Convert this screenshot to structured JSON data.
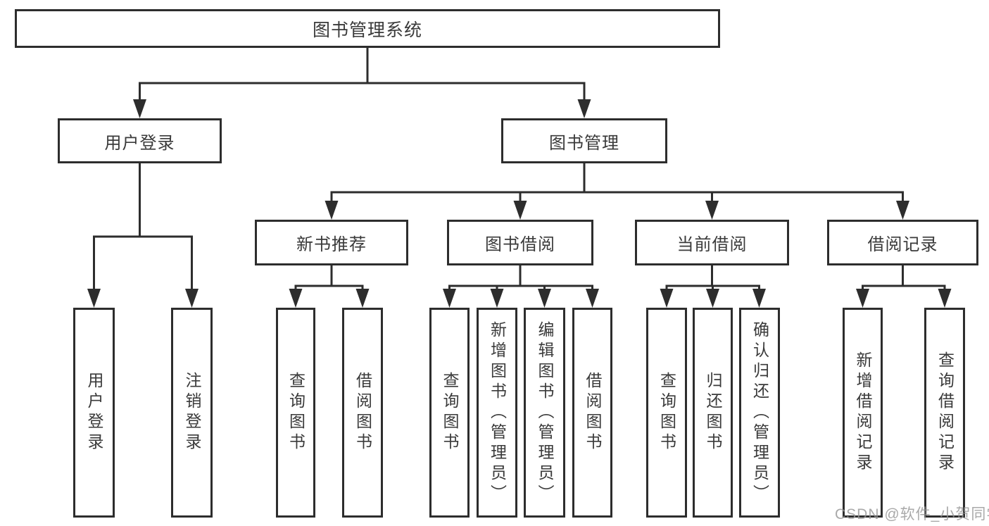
{
  "tree": {
    "label": "图书管理系统",
    "children": [
      {
        "label": "用户登录",
        "children": [
          {
            "label": "用户登录"
          },
          {
            "label": "注销登录"
          }
        ]
      },
      {
        "label": "图书管理",
        "children": [
          {
            "label": "新书推荐",
            "children": [
              {
                "label": "查询图书"
              },
              {
                "label": "借阅图书"
              }
            ]
          },
          {
            "label": "图书借阅",
            "children": [
              {
                "label": "查询图书"
              },
              {
                "label": "新增图书（管理员）"
              },
              {
                "label": "编辑图书（管理员）"
              },
              {
                "label": "借阅图书"
              }
            ]
          },
          {
            "label": "当前借阅",
            "children": [
              {
                "label": "查询图书"
              },
              {
                "label": "归还图书"
              },
              {
                "label": "确认归还（管理员）"
              }
            ]
          },
          {
            "label": "借阅记录",
            "children": [
              {
                "label": "新增借阅记录"
              },
              {
                "label": "查询借阅记录"
              }
            ]
          }
        ]
      }
    ]
  },
  "watermark": "CSDN @软件_小贺同学",
  "colors": {
    "line": "#2d2d2d",
    "text": "#3a3a3a",
    "watermark": "#969696",
    "background": "#ffffff"
  }
}
